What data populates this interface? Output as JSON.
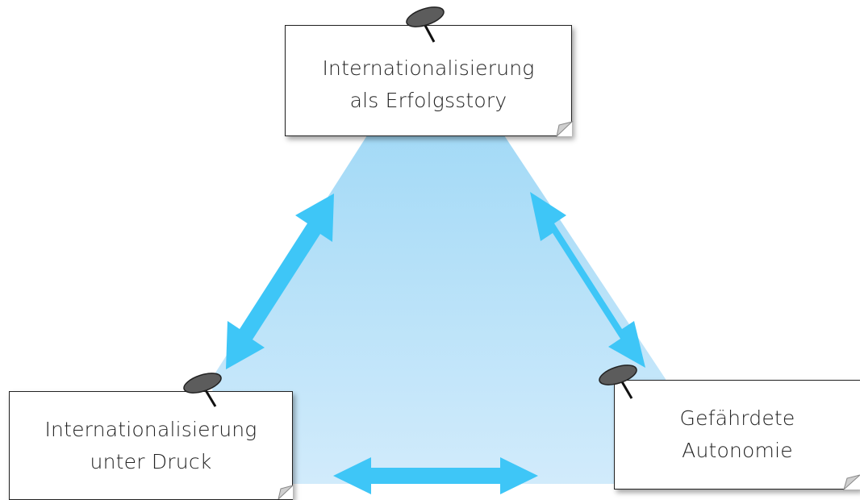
{
  "diagram": {
    "nodes": [
      {
        "id": "top",
        "text": "Internationalisierung\nals Erfolgsstory"
      },
      {
        "id": "left",
        "text": "Internationalisierung\nunter Druck"
      },
      {
        "id": "right",
        "text": "Gefährdete\nAutonomie"
      }
    ],
    "connections": [
      {
        "from": "left",
        "to": "top",
        "style": "double-arrow"
      },
      {
        "from": "top",
        "to": "right",
        "style": "double-arrow"
      },
      {
        "from": "left",
        "to": "right",
        "style": "double-arrow"
      }
    ],
    "colors": {
      "arrow": "#3ec6f7",
      "triangle_top": "#9fd8f6",
      "triangle_bottom": "#cfeafb",
      "pin": "#5c5c5c",
      "note_border": "#222222"
    }
  }
}
